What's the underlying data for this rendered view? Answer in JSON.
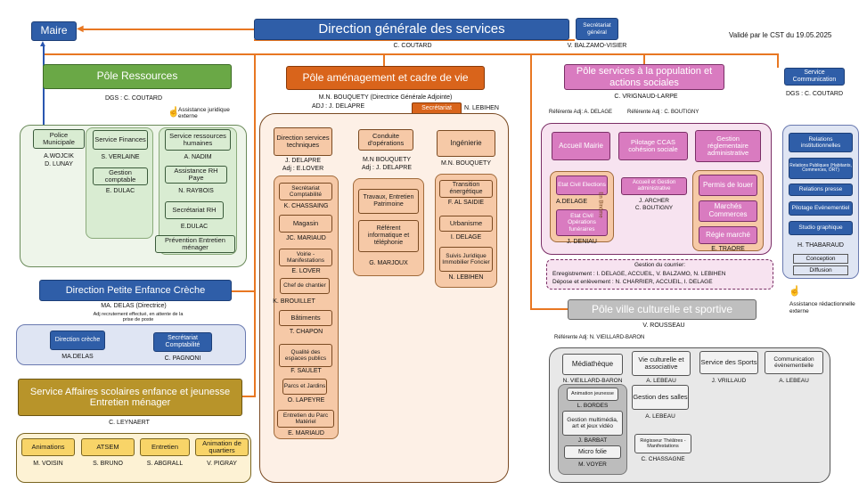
{
  "header": {
    "maire": "Maire",
    "dgs": "Direction générale des services",
    "dgs_name": "C. COUTARD",
    "secretariat_general": "Secrétariat général",
    "secretariat_general_name": "V. BALZAMO-VISIER",
    "validation": "Validé par le CST du 19.05.2025"
  },
  "ressources": {
    "title": "Pôle Ressources",
    "head": "DGS : C. COUTARD",
    "assistance": "Assistance juridique externe",
    "police": "Police Municipale",
    "police_names": "A.WOJCIK\nD. LUNAY",
    "finances": "Service Finances",
    "finances_name": "S. VERLAINE",
    "gestion_comptable": "Gestion comptable",
    "gestion_comptable_name": "E. DULAC",
    "rh": "Service ressources humaines",
    "rh_name": "A. NADIM",
    "assistance_rh": "Assistance RH Paye",
    "assistance_rh_name": "N. RAYBOIS",
    "secretariat_rh": "Secrétariat RH",
    "secretariat_rh_name": "E.DULAC",
    "prevention": "Prévention Entretien ménager"
  },
  "petite_enfance": {
    "title": "Direction Petite Enfance Crèche",
    "head": "MA. DELAS (Directrice)",
    "note": "Adj recrutement effectué, en attente de la prise de poste",
    "creche": "Direction crèche",
    "creche_name": "MA.DELAS",
    "secretariat": "Secrétariat Comptabilité",
    "secretariat_name": "C. PAGNONI"
  },
  "scolaires": {
    "title": "Service Affaires scolaires enfance et jeunesse\nEntretien ménager",
    "head": "C. LEYNAERT",
    "items": [
      {
        "label": "Animations",
        "name": "M. VOISIN"
      },
      {
        "label": "ATSEM",
        "name": "S. BRUNO"
      },
      {
        "label": "Entretien",
        "name": "S. ABGRALL"
      },
      {
        "label": "Animation de quartiers",
        "name": "V. PIGRAY"
      }
    ]
  },
  "amenagement": {
    "title": "Pôle aménagement et cadre de vie",
    "head": "M.N. BOUQUETY (Directrice Générale Adjointe)",
    "adj": "ADJ : J. DELAPRE",
    "secretariat": "Secrétariat",
    "secretariat_name": "N. LEBIHEN",
    "services_tech": "Direction services techniques",
    "services_tech_names": "J. DELAPRE\nAdj : E.LOVER",
    "conduite": "Conduite d'opérations",
    "conduite_names": "M.N BOUQUETY\nAdj : J. DELAPRE",
    "ingenierie": "Ingénierie",
    "ingenierie_name": "M.N. BOUQUETY",
    "secr_compta": "Secrétariat Comptabilité",
    "secr_compta_name": "K. CHASSAING",
    "magasin": "Magasin",
    "magasin_name": "JC. MARIAUD",
    "voirie": "Voirie - Manifestations",
    "voirie_name": "E. LOVER",
    "chef_chantier": "Chef de chantier",
    "chef_chantier_name": "K. BROUILLET",
    "batiments": "Bâtiments",
    "batiments_name": "T. CHAPON",
    "qualite": "Qualité des espaces publics",
    "qualite_name": "F. SAULET",
    "parcs": "Parcs et Jardins",
    "parcs_name": "O. LAPEYRE",
    "entretien_parc": "Entretien du Parc Matériel",
    "entretien_parc_name": "E. MARIAUD",
    "travaux": "Travaux, Entretien Patrimoine",
    "referent_info": "Référent informatique et téléphonie",
    "referent_info_name": "G. MARJOUX",
    "transition": "Transition énergétique",
    "transition_name": "F. AL SAIDIE",
    "urbanisme": "Urbanisme",
    "urbanisme_name": "I. DELAGE",
    "suivis": "Suivis Juridique Immobilier Foncier",
    "suivis_name": "N. LEBIHEN"
  },
  "population": {
    "title": "Pôle services à la population et actions sociales",
    "head": "C. VRIGNAUD-LARPE",
    "referente1": "Référente Adj: A. DELAGE",
    "referente2": "Référente Adj : C. BOUTIGNY",
    "accueil": "Accueil Mairie",
    "ccas": "Pilotage CCAS cohésion sociale",
    "reglementaire": "Gestion réglementaire administrative",
    "etat_civil_elections": "Etat Civil Elections",
    "etat_civil_elections_name": "A.DELAGE",
    "etat_civil_funeraires": "Etat Civil Opérations funéraires",
    "etat_civil_funeraires_name": "J. DENIAU",
    "en_binome": "En Binôme",
    "accueil_gestion": "Accueil et Gestion administrative",
    "accueil_gestion_names": "J. ARCHER\nC. BOUTIGNY",
    "permis": "Permis de louer",
    "marches": "Marchés Commerces",
    "regie": "Régie marché",
    "regie_name": "E. TRAORE",
    "courrier_title": "Gestion du courrier:",
    "courrier_line1": "Enregistrement : I. DELAGE, ACCUEIL, V. BALZAMO, N. LEBIHEN",
    "courrier_line2": "Dépose et enlèvement : N. CHARRIER, ACCUEIL, I. DELAGE"
  },
  "culture": {
    "title": "Pôle ville culturelle et sportive",
    "head": "V. ROUSSEAU",
    "referente": "Référente Adj: N. VIEILLARD-BARON",
    "mediatheque": "Médiathèque",
    "mediatheque_name": "N. VIEILLARD-BARON",
    "animation_jeunesse": "Animation jeunesse",
    "animation_jeunesse_name": "L. BORDES",
    "gestion_multimedia": "Gestion multimédia, art et jeux vidéo",
    "gestion_multimedia_name": "J. BARBAT",
    "micro_folie": "Micro folie",
    "micro_folie_name": "M. VOYER",
    "vie_culturelle": "Vie culturelle et associative",
    "vie_culturelle_name": "A. LEBEAU",
    "gestion_salles": "Gestion des salles",
    "gestion_salles_name": "A. LEBEAU",
    "regisseur": "Régisseur Théâtres - Manifestations",
    "regisseur_name": "C. CHASSAGNE",
    "sports": "Service des Sports",
    "sports_name": "J. VRILLAUD",
    "communication_evt": "Communication évènementielle",
    "communication_evt_name": "A. LEBEAU"
  },
  "communication": {
    "title": "Service Communication",
    "head": "DGS : C. COUTARD",
    "items": [
      "Relations institutionnelles",
      "Relations Publiques (Habitants, Commerces, ORT)",
      "Relations presse",
      "Pilotage Evénementiel",
      "Studio graphique"
    ],
    "studio_name": "H. THABARAUD",
    "conception": "Conception",
    "diffusion": "Diffusion",
    "assistance": "Assistance rédactionnelle externe"
  }
}
